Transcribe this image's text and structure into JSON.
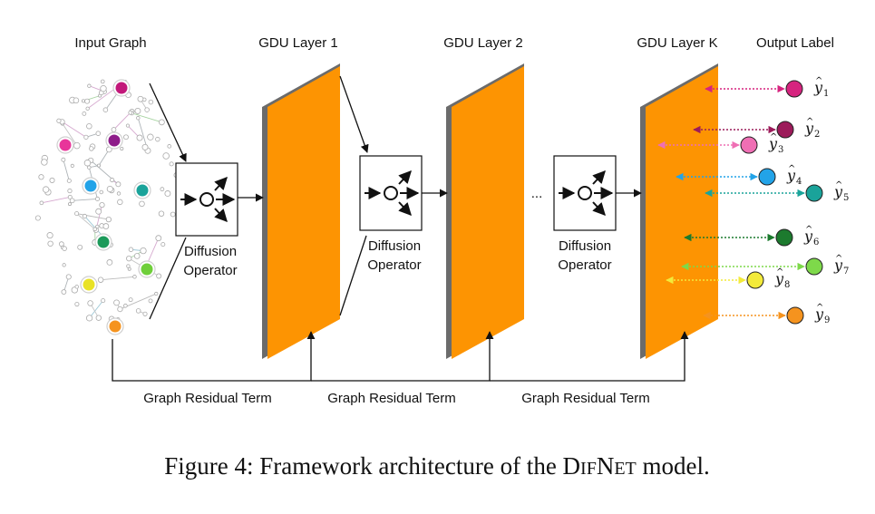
{
  "labels": {
    "input_graph": "Input Graph",
    "layer1": "GDU Layer 1",
    "layer2": "GDU Layer 2",
    "layerK": "GDU Layer K",
    "output": "Output Label",
    "diffusion_line1": "Diffusion",
    "diffusion_line2": "Operator",
    "residual": "Graph Residual Term",
    "ellipsis": "..."
  },
  "caption": {
    "prefix": "Figure 4: Framework architecture of the ",
    "model_d": "D",
    "model_if": "IF",
    "model_n": "N",
    "model_et": "ET",
    "suffix": " model."
  },
  "outputs": [
    {
      "sym": "y",
      "sub": "1",
      "color": "#d6247f"
    },
    {
      "sym": "y",
      "sub": "2",
      "color": "#9c1b5a"
    },
    {
      "sym": "y",
      "sub": "3",
      "color": "#ef6fb4"
    },
    {
      "sym": "y",
      "sub": "4",
      "color": "#22a3e8"
    },
    {
      "sym": "y",
      "sub": "5",
      "color": "#1aa39a"
    },
    {
      "sym": "y",
      "sub": "6",
      "color": "#1c7a2e"
    },
    {
      "sym": "y",
      "sub": "7",
      "color": "#7ed94a"
    },
    {
      "sym": "y",
      "sub": "8",
      "color": "#f3ea3a"
    },
    {
      "sym": "y",
      "sub": "9",
      "color": "#f5931e"
    }
  ],
  "colors": {
    "layer_fill": "#fd9402",
    "layer_edge": "#6b6b6b"
  }
}
